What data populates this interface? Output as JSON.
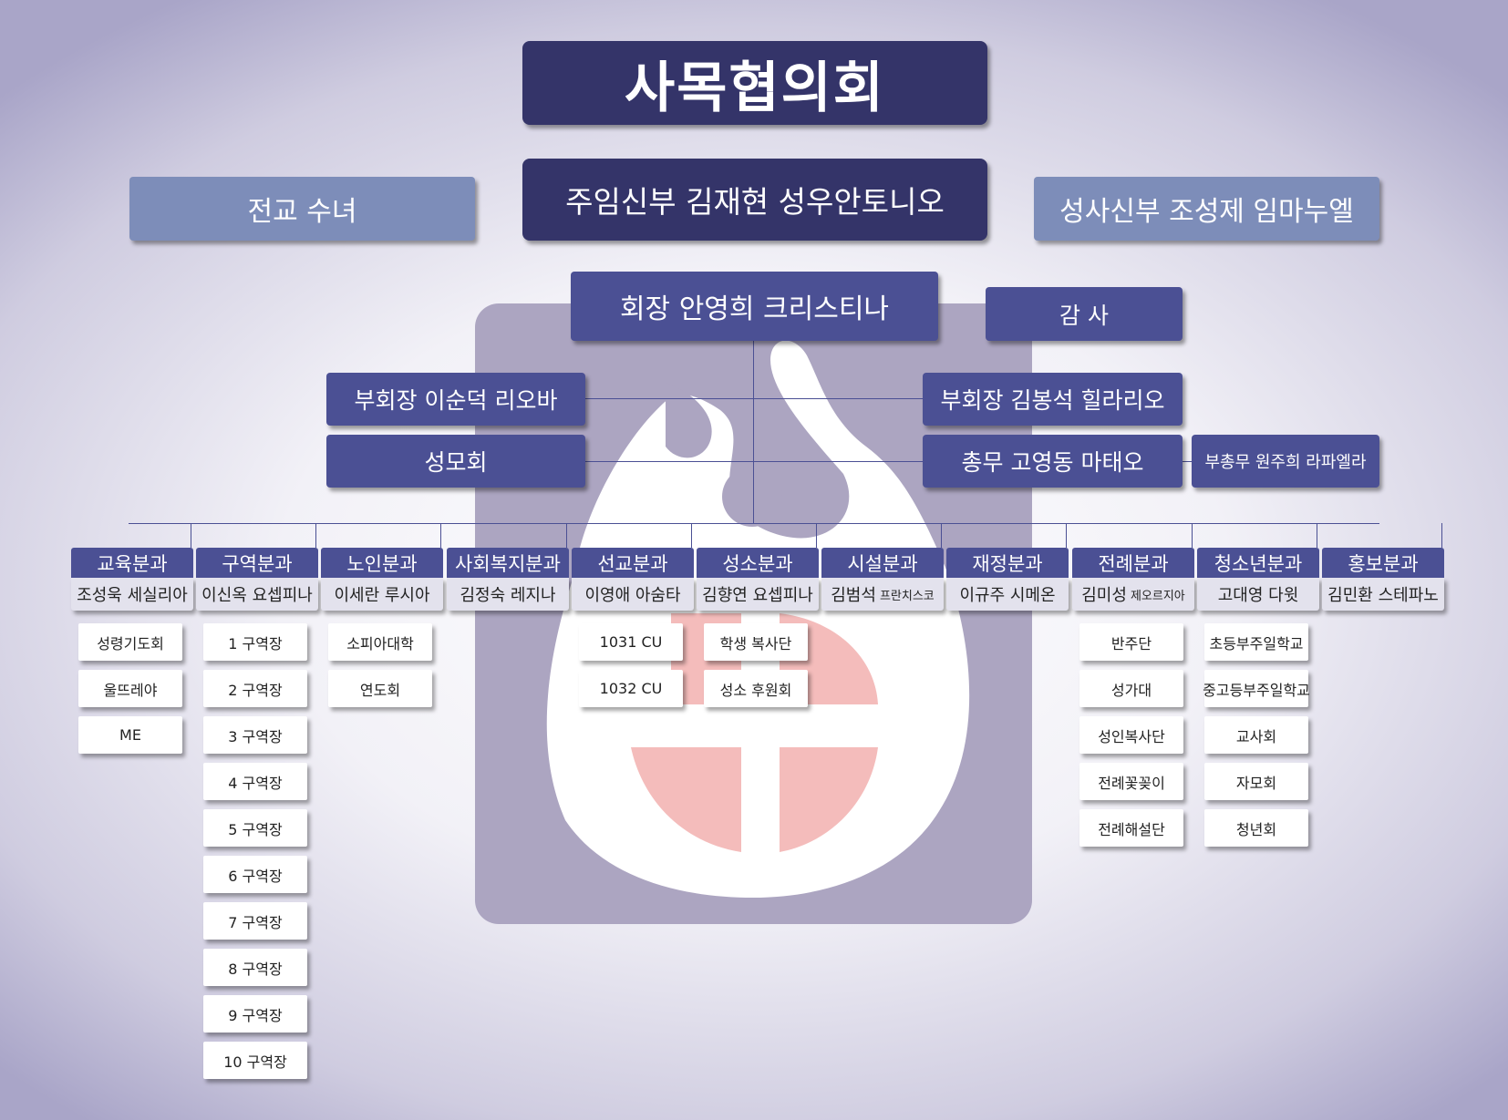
{
  "title": "사목협의회",
  "pastor": "주임신부 김재현 성우안토니오",
  "left_top": "전교 수녀",
  "right_top": "성사신부 조성제 임마누엘",
  "president": "회장 안영희 크리스티나",
  "auditor": "감 사",
  "vp_left": "부회장 이순덕 리오바",
  "vp_right": "부회장 김봉석 힐라리오",
  "marian": "성모회",
  "general": "총무 고영동 마태오",
  "vice_general": "부총무 원주희 라파엘라",
  "colors": {
    "dark": "#343469",
    "mid": "#4b5094",
    "light": "#7d8db9",
    "logo_bg": "#aca5c1",
    "logo_accent": "#f4bcbb"
  },
  "departments": [
    {
      "name": "교육분과",
      "leader": "조성욱 세실리아",
      "leader_small": "",
      "items": [
        "성령기도회",
        "울뜨레야",
        "ME"
      ]
    },
    {
      "name": "구역분과",
      "leader": "이신옥 요셉피나",
      "leader_small": "",
      "items": [
        "1 구역장",
        "2 구역장",
        "3 구역장",
        "4 구역장",
        "5 구역장",
        "6 구역장",
        "7 구역장",
        "8 구역장",
        "9 구역장",
        "10 구역장"
      ]
    },
    {
      "name": "노인분과",
      "leader": "이세란 루시아",
      "leader_small": "",
      "items": [
        "소피아대학",
        "연도회"
      ]
    },
    {
      "name": "사회복지분과",
      "leader": "김정숙 레지나",
      "leader_small": "",
      "items": []
    },
    {
      "name": "선교분과",
      "leader": "이영애 아숨타",
      "leader_small": "",
      "items": [
        "1031 CU",
        "1032 CU"
      ]
    },
    {
      "name": "성소분과",
      "leader": "김향연 요셉피나",
      "leader_small": "",
      "items": [
        "학생 복사단",
        "성소 후원회"
      ]
    },
    {
      "name": "시설분과",
      "leader": "김범석",
      "leader_small": "프란치스코",
      "items": []
    },
    {
      "name": "재정분과",
      "leader": "이규주 시메온",
      "leader_small": "",
      "items": []
    },
    {
      "name": "전례분과",
      "leader": "김미성",
      "leader_small": "제오르지아",
      "items": [
        "반주단",
        "성가대",
        "성인복사단",
        "전례꽃꽂이",
        "전례해설단"
      ]
    },
    {
      "name": "청소년분과",
      "leader": "고대영 다윗",
      "leader_small": "",
      "items": [
        "초등부주일학교",
        "중고등부주일학교",
        "교사회",
        "자모회",
        "청년회"
      ]
    },
    {
      "name": "홍보분과",
      "leader": "김민환 스테파노",
      "leader_small": "",
      "items": []
    }
  ]
}
